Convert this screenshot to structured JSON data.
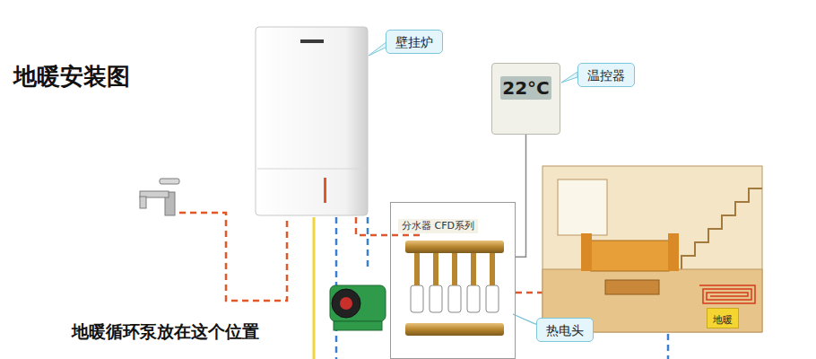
{
  "diagram": {
    "title": "地暖安装图",
    "nodes": [
      {
        "text": [
          "壁挂炉"
        ]
      },
      {
        "text": [
          "22°C"
        ]
      },
      {
        "text": [
          "温控器"
        ]
      },
      {
        "text": [
          "分水器 CFD系列"
        ]
      },
      {
        "text": [
          "热电头"
        ]
      },
      {
        "text": [
          "地暖"
        ]
      }
    ],
    "edges": [
      {
        "from": 1,
        "to": 3,
        "arrow": "none"
      }
    ],
    "labels": [
      "地暖循环泵放在这个位置"
    ]
  }
}
